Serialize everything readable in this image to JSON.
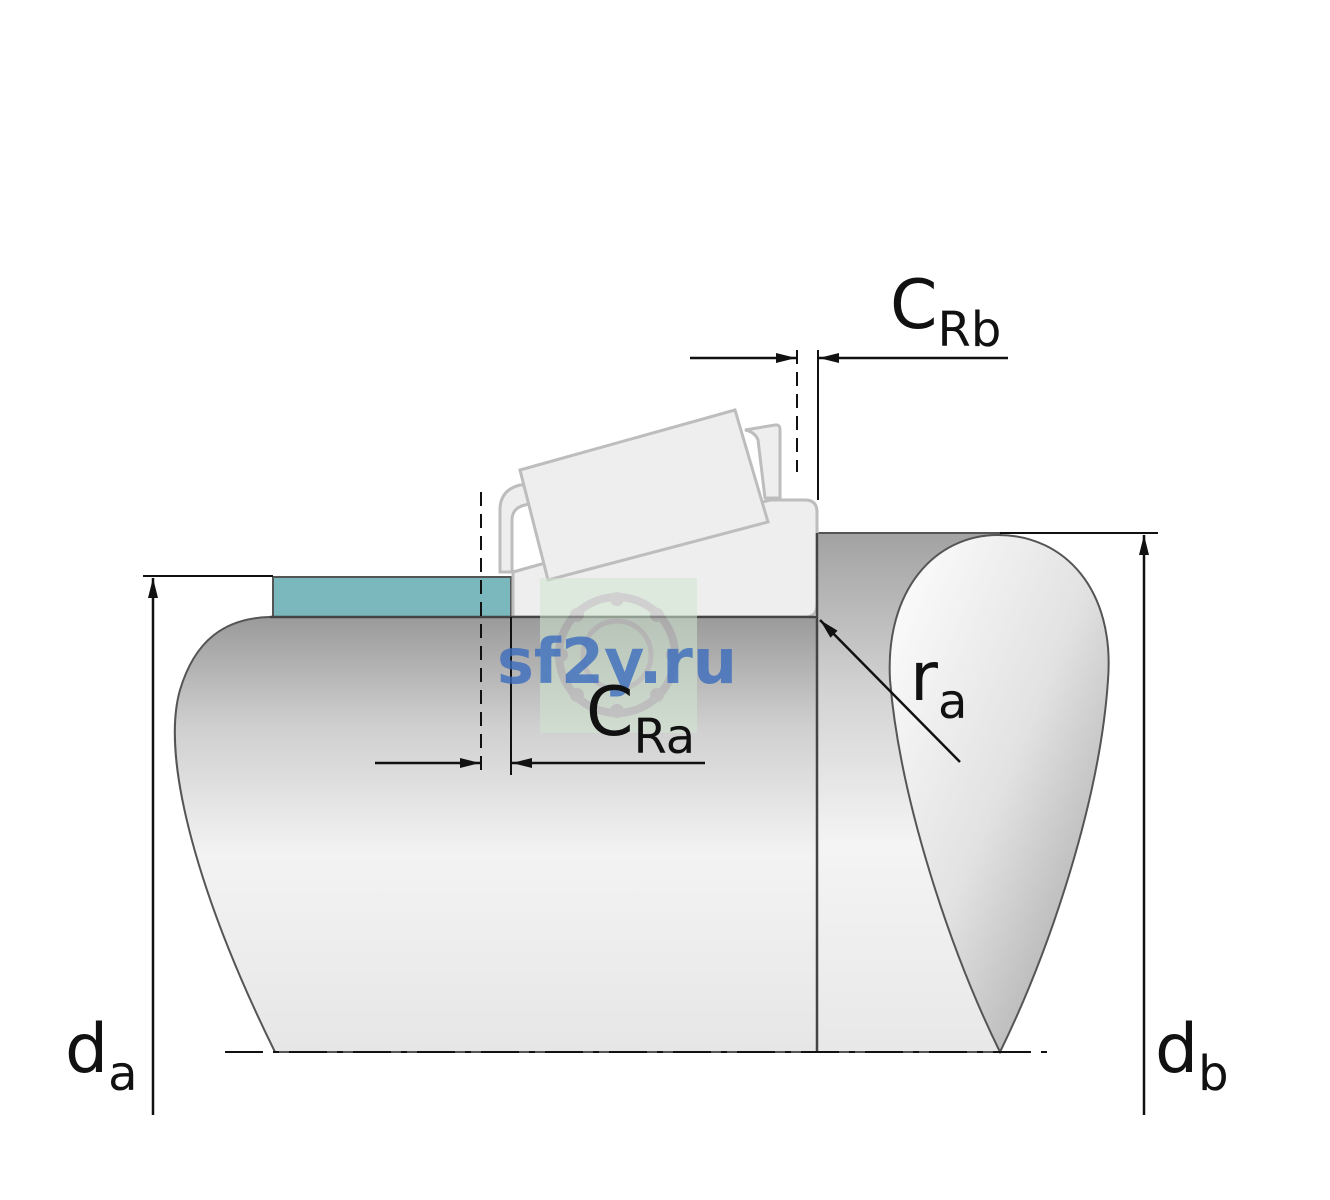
{
  "labels": {
    "da": {
      "main": "d",
      "sub": "a"
    },
    "db": {
      "main": "d",
      "sub": "b"
    },
    "ra": {
      "main": "r",
      "sub": "a"
    },
    "cra": {
      "main": "C",
      "sub": "Ra"
    },
    "crb": {
      "main": "C",
      "sub": "Rb"
    }
  },
  "watermark": {
    "text": "sf2y.ru"
  },
  "colors": {
    "seal": "#7ab8bd",
    "outline": "#555555",
    "bearing_fill": "#ececec",
    "dimension": "#111111"
  }
}
